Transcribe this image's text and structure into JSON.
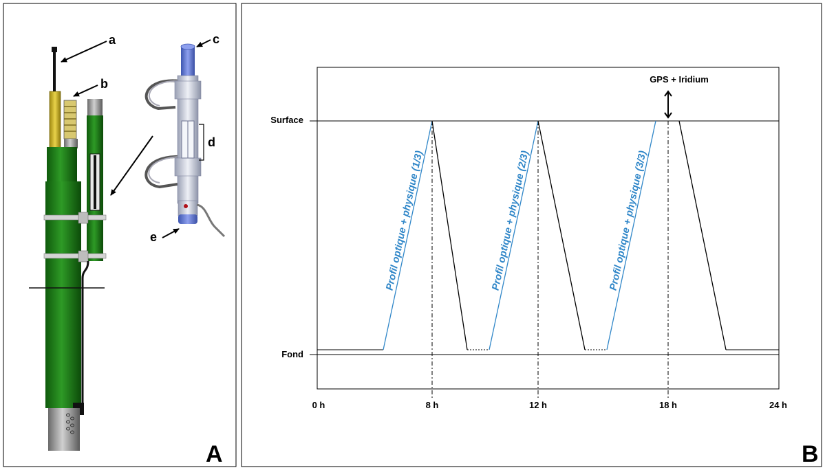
{
  "panel_a": {
    "panel_letter": "A",
    "callouts": [
      "a",
      "b",
      "c",
      "d",
      "e"
    ]
  },
  "panel_b": {
    "panel_letter": "B",
    "levels": {
      "top": "Surface",
      "bottom": "Fond"
    },
    "x_ticks": [
      "0 h",
      "8 h",
      "12 h",
      "18 h",
      "24 h"
    ],
    "annotation": "GPS + Iridium",
    "profiles": [
      "Profil optique + physique (1/3)",
      "Profil optique + physique (2/3)",
      "Profil optique + physique (3/3)"
    ]
  },
  "colors": {
    "float_green": "#238b1e",
    "sensor_blue": "#6f86d6",
    "ascent_line": "#2f86c8",
    "frame": "#000000"
  }
}
